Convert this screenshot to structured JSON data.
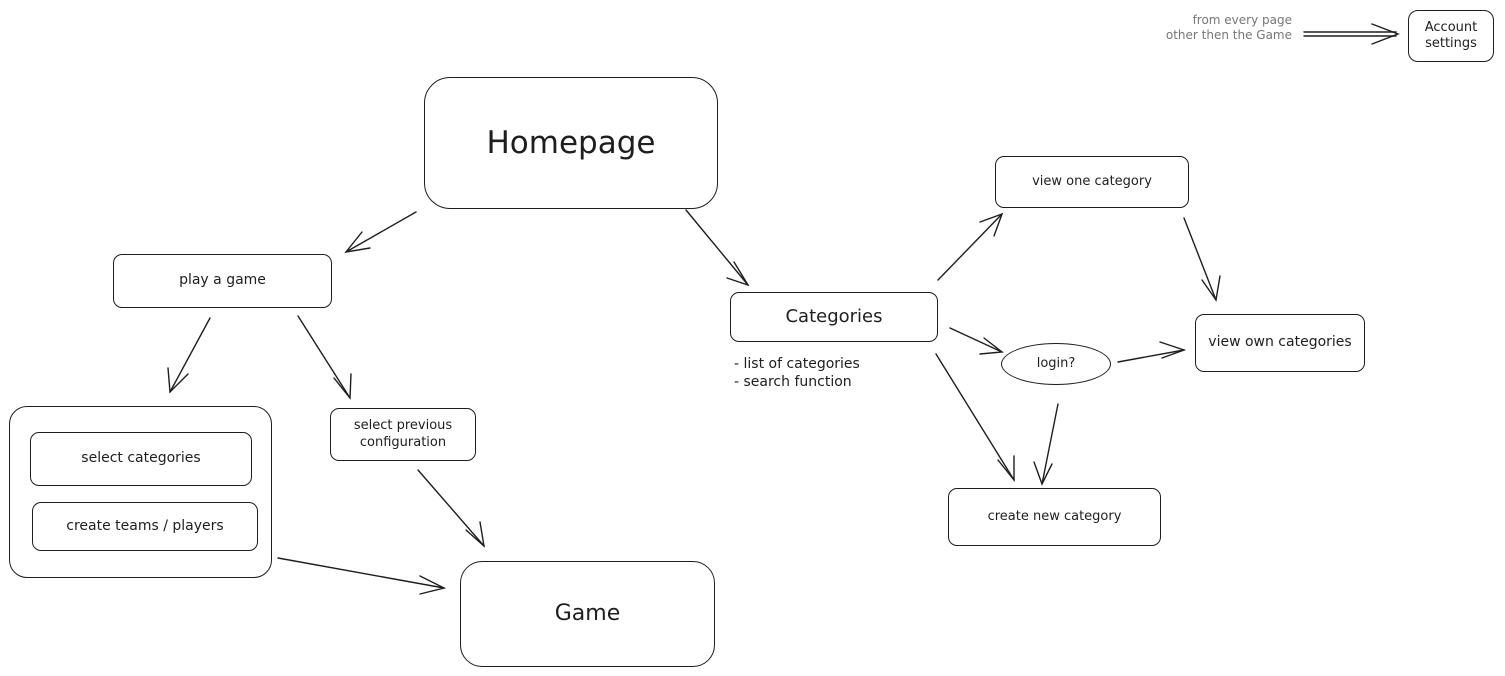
{
  "nodes": {
    "homepage": "Homepage",
    "play_game": "play a game",
    "select_categories": "select categories",
    "create_teams": "create teams / players",
    "select_previous": "select previous configuration",
    "game": "Game",
    "categories": "Categories",
    "view_one_category": "view one category",
    "login": "login?",
    "view_own_categories": "view own categories",
    "create_new_category": "create new category",
    "account_settings": "Account settings"
  },
  "notes": {
    "categories_features": [
      "- list of categories",
      "- search function"
    ],
    "account_hint_line1": "from every page",
    "account_hint_line2": "other then the Game"
  },
  "edges": [
    [
      "homepage",
      "play_game"
    ],
    [
      "homepage",
      "categories"
    ],
    [
      "play_game",
      "setup_group"
    ],
    [
      "play_game",
      "select_previous"
    ],
    [
      "select_previous",
      "game"
    ],
    [
      "setup_group",
      "game"
    ],
    [
      "categories",
      "view_one_category"
    ],
    [
      "categories",
      "login"
    ],
    [
      "categories",
      "create_new_category"
    ],
    [
      "view_one_category",
      "view_own_categories"
    ],
    [
      "login",
      "view_own_categories"
    ],
    [
      "login",
      "create_new_category"
    ],
    [
      "account_hint",
      "account_settings"
    ]
  ]
}
